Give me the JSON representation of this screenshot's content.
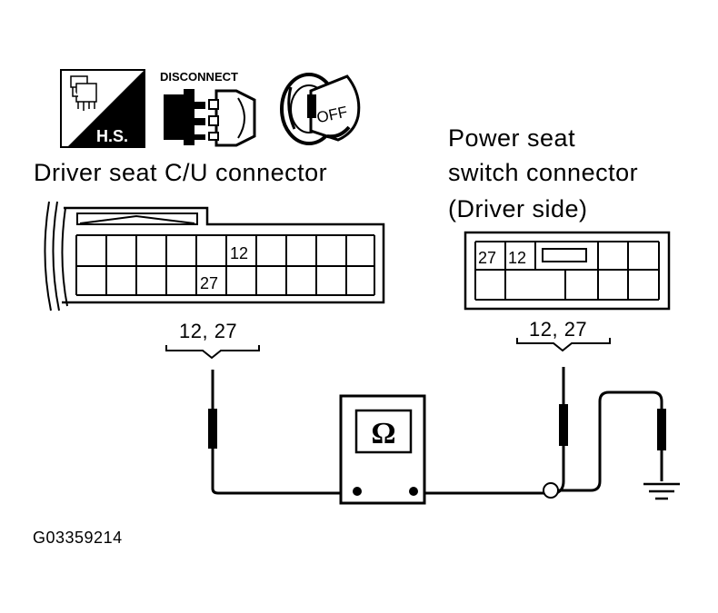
{
  "icons": {
    "hs_label": "H.S.",
    "disconnect_label": "DISCONNECT",
    "ignition_label": "OFF"
  },
  "left_connector": {
    "title": "Driver seat C/U connector",
    "pin_top": "12",
    "pin_bottom": "27",
    "pins_label": "12, 27"
  },
  "right_connector": {
    "title_line1": "Power seat",
    "title_line2": "switch connector",
    "title_line3": "(Driver side)",
    "pin_a": "27",
    "pin_b": "12",
    "pins_label": "12, 27"
  },
  "meter": {
    "symbol": "Ω"
  },
  "figure_code": "G03359214"
}
